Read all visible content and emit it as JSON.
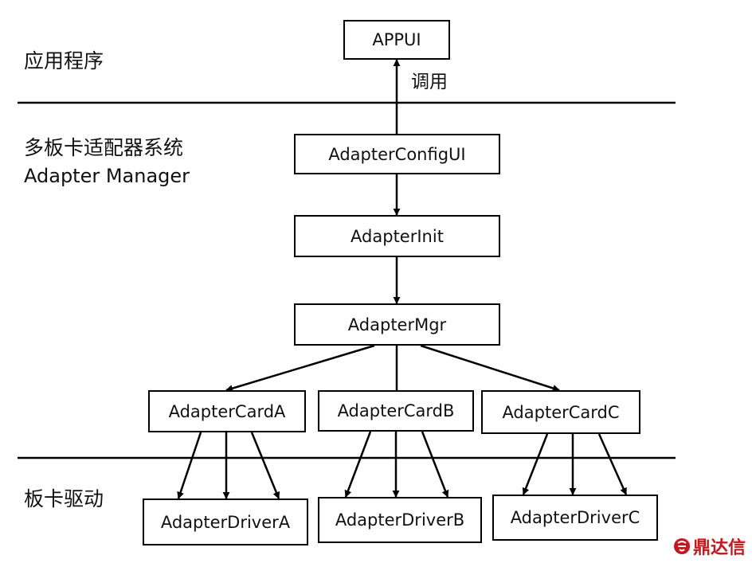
{
  "layers": {
    "app": "应用程序",
    "adapter_system_cn": "多板卡适配器系统",
    "adapter_system_en": "Adapter Manager",
    "drivers": "板卡驱动"
  },
  "call_label": "调用",
  "nodes": {
    "appui": "APPUI",
    "config_ui": "AdapterConfigUI",
    "init": "AdapterInit",
    "mgr": "AdapterMgr",
    "card_a": "AdapterCardA",
    "card_b": "AdapterCardB",
    "card_c": "AdapterCardC",
    "driver_a": "AdapterDriverA",
    "driver_b": "AdapterDriverB",
    "driver_c": "AdapterDriverC"
  },
  "watermark": "鼎达信"
}
